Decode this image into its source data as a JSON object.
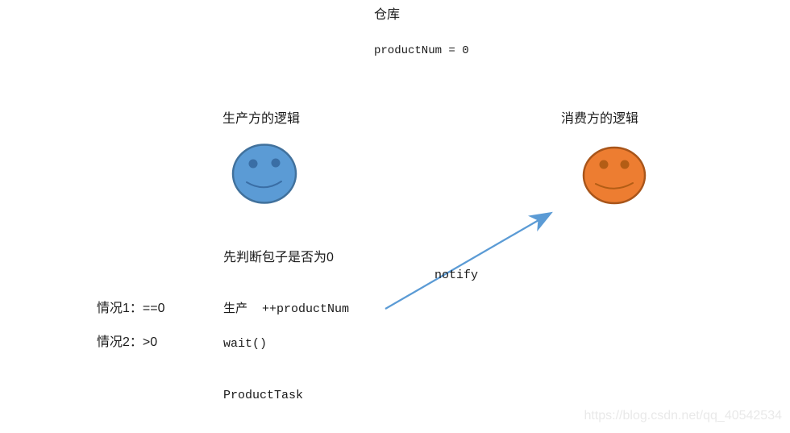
{
  "colors": {
    "text": "#1a1a1a",
    "arrow": "#5b9bd5",
    "producer_face_fill": "#5b9bd5",
    "producer_face_stroke": "#41719c",
    "producer_face_feature": "#3a6ea5",
    "consumer_face_fill": "#ed7d31",
    "consumer_face_stroke": "#a8551a",
    "consumer_face_feature": "#b35d15",
    "watermark": "#e9e9e9"
  },
  "warehouse": {
    "title": "仓库",
    "state": "productNum = 0"
  },
  "producer": {
    "label": "生产方的逻辑",
    "face": "blue-smiley-face"
  },
  "consumer": {
    "label": "消费方的逻辑",
    "face": "orange-smiley-face"
  },
  "logic": {
    "check_note": "先判断包子是否为0",
    "case1_label": "情况1：==0",
    "case1_action": "生产  ++productNum",
    "case2_label": "情况2：>0",
    "case2_action": "wait()",
    "task_name": "ProductTask"
  },
  "arrow": {
    "label": "notify"
  },
  "watermark": {
    "text": "https://blog.csdn.net/qq_40542534"
  }
}
